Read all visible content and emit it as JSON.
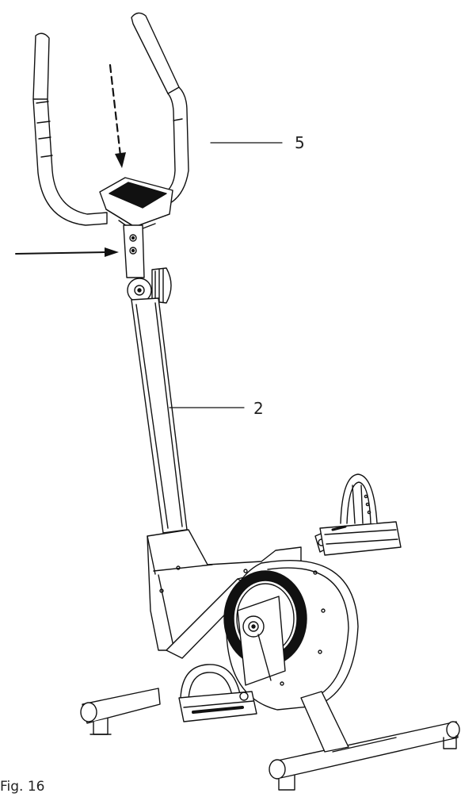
{
  "callouts": {
    "part_5": "5",
    "part_2": "2"
  },
  "caption": "Fig. 16",
  "colors": {
    "ink": "#111111",
    "background": "#ffffff"
  }
}
